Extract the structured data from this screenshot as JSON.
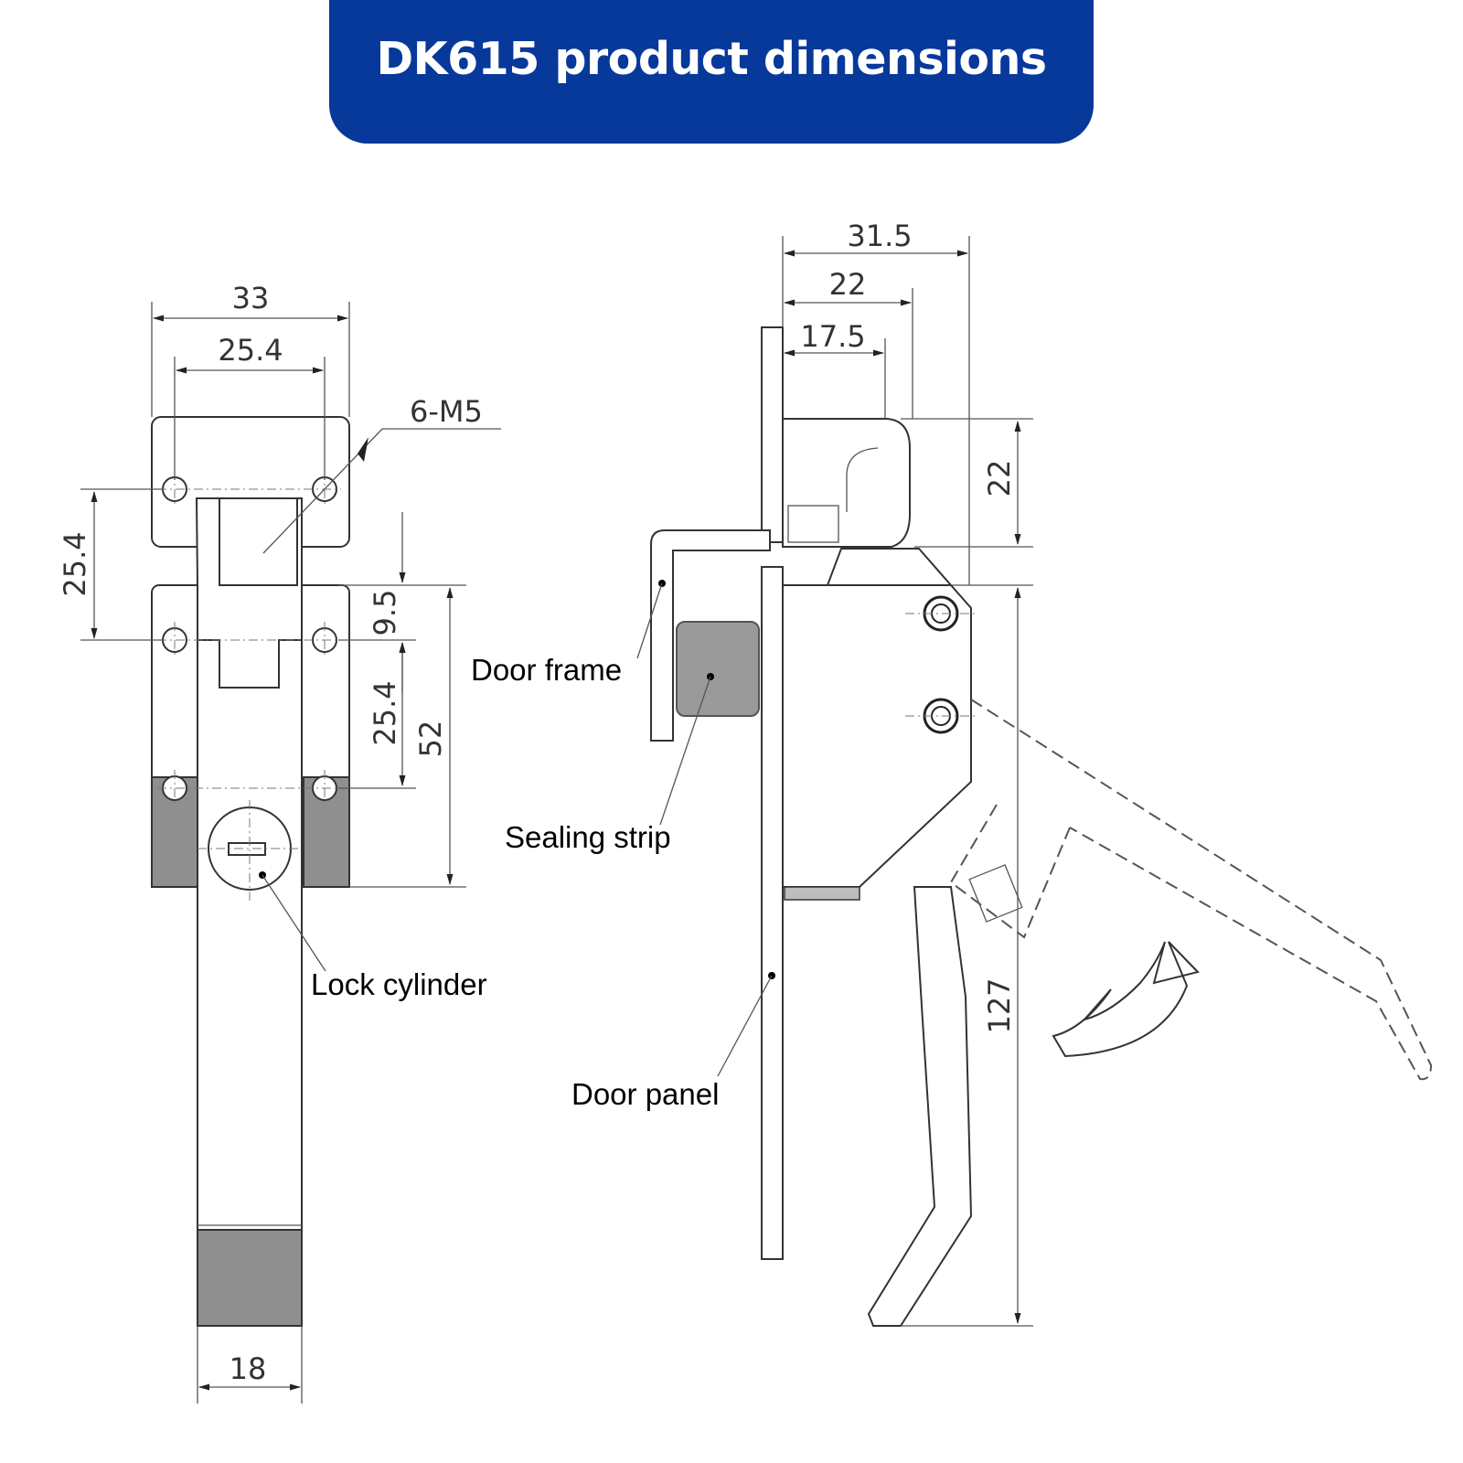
{
  "header": {
    "title": "DK615 product dimensions",
    "background_color": "#07399a"
  },
  "front_view": {
    "dimensions": {
      "overall_width": "33",
      "hole_spacing_top": "25.4",
      "thread_callout": "6-M5",
      "hole_spacing_vertical": "25.4",
      "offset": "9.5",
      "hole_spacing_lower": "25.4",
      "base_height": "52",
      "handle_width": "18"
    },
    "labels": {
      "lock_cylinder": "Lock cylinder"
    }
  },
  "side_view": {
    "dimensions": {
      "overall_depth": "31.5",
      "depth_22": "22",
      "depth_17_5": "17.5",
      "catch_height": "22",
      "handle_length": "127"
    },
    "labels": {
      "door_frame": "Door frame",
      "sealing_strip": "Sealing strip",
      "door_panel": "Door panel"
    }
  }
}
